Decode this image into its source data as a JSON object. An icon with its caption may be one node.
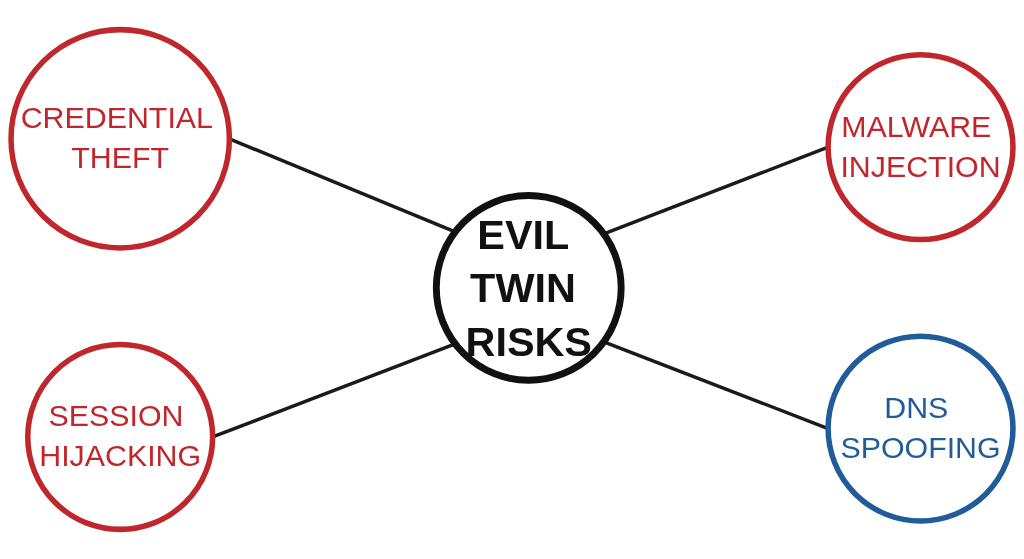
{
  "diagram": {
    "nodes": [
      {
        "text": [
          "CREDENTIAL THEFT"
        ]
      },
      {
        "text": [
          "MALWARE INJECTION"
        ]
      },
      {
        "text": [
          "EVIL TWIN RISKS"
        ]
      },
      {
        "text": [
          "SESSION HIJACKING"
        ]
      },
      {
        "text": [
          "DNS SPOOFING"
        ]
      }
    ],
    "edges": [
      {
        "from": 0,
        "to": 2,
        "arrow": "none"
      },
      {
        "from": 2,
        "to": 1,
        "arrow": "none"
      },
      {
        "from": 3,
        "to": 2,
        "arrow": "none"
      },
      {
        "from": 2,
        "to": 4,
        "arrow": "none"
      }
    ]
  }
}
